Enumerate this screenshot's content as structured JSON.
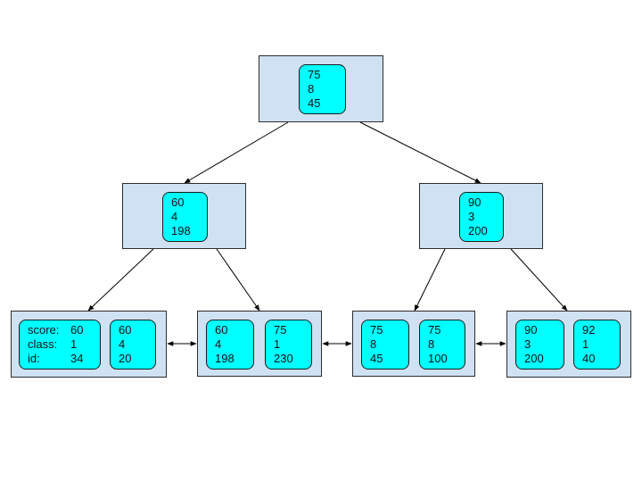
{
  "colors": {
    "node_fill": "#cfe2f3",
    "key_fill": "#00ffff",
    "edge": "#000000",
    "background": "#ffffff"
  },
  "field_labels": [
    "score:",
    "class:",
    "id:"
  ],
  "root": {
    "keys": [
      {
        "score": "75",
        "class": "8",
        "id": "45"
      }
    ]
  },
  "internal": [
    {
      "keys": [
        {
          "score": "60",
          "class": "4",
          "id": "198"
        }
      ]
    },
    {
      "keys": [
        {
          "score": "90",
          "class": "3",
          "id": "200"
        }
      ]
    }
  ],
  "leaves": [
    {
      "keys": [
        {
          "score": "60",
          "class": "1",
          "id": "34"
        },
        {
          "score": "60",
          "class": "4",
          "id": "20"
        }
      ]
    },
    {
      "keys": [
        {
          "score": "60",
          "class": "4",
          "id": "198"
        },
        {
          "score": "75",
          "class": "1",
          "id": "230"
        }
      ]
    },
    {
      "keys": [
        {
          "score": "75",
          "class": "8",
          "id": "45"
        },
        {
          "score": "75",
          "class": "8",
          "id": "100"
        }
      ]
    },
    {
      "keys": [
        {
          "score": "90",
          "class": "3",
          "id": "200"
        },
        {
          "score": "92",
          "class": "1",
          "id": "40"
        }
      ]
    }
  ]
}
